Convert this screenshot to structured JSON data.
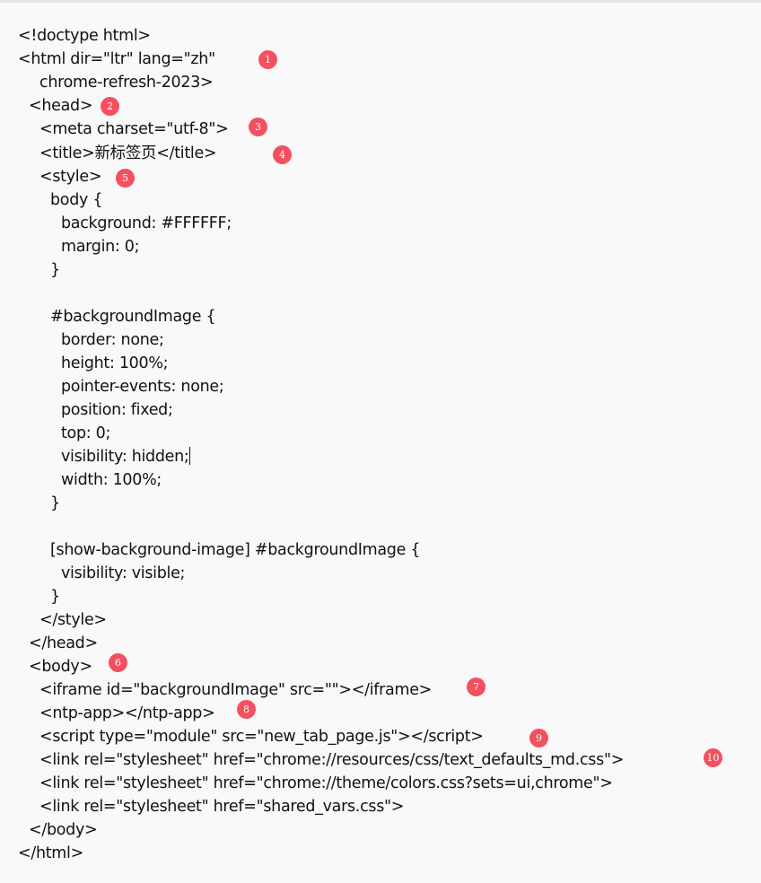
{
  "code_lines": [
    "<!doctype html>",
    "<html dir=\"ltr\" lang=\"zh\"",
    "chrome-refresh-2023>",
    "<head>",
    "<meta charset=\"utf-8\">",
    "<title>新标签页</title>",
    "<style>",
    "body {",
    "background: #FFFFFF;",
    "margin: 0;",
    "}",
    "#backgroundImage {",
    "border: none;",
    "height: 100%;",
    "pointer-events: none;",
    "position: fixed;",
    "top: 0;",
    "visibility: hidden;",
    "width: 100%;",
    "}",
    "[show-background-image] #backgroundImage {",
    "visibility: visible;",
    "}",
    "</style>",
    "</head>",
    "<body>",
    "<iframe id=\"backgroundImage\" src=\"\"></iframe>",
    "<ntp-app></ntp-app>",
    "<script type=\"module\" src=\"new_tab_page.js\"></script>",
    "<link rel=\"stylesheet\" href=\"chrome://resources/css/text_defaults_md.css\">",
    "<link rel=\"stylesheet\" href=\"chrome://theme/colors.css?sets=ui,chrome\">",
    "<link rel=\"stylesheet\" href=\"shared_vars.css\">",
    "</body>",
    "</html>"
  ],
  "badges": [
    "1",
    "2",
    "3",
    "4",
    "5",
    "6",
    "7",
    "8",
    "9",
    "10"
  ],
  "colors": {
    "badge": "#f5505f",
    "background": "#f9f9f9"
  }
}
